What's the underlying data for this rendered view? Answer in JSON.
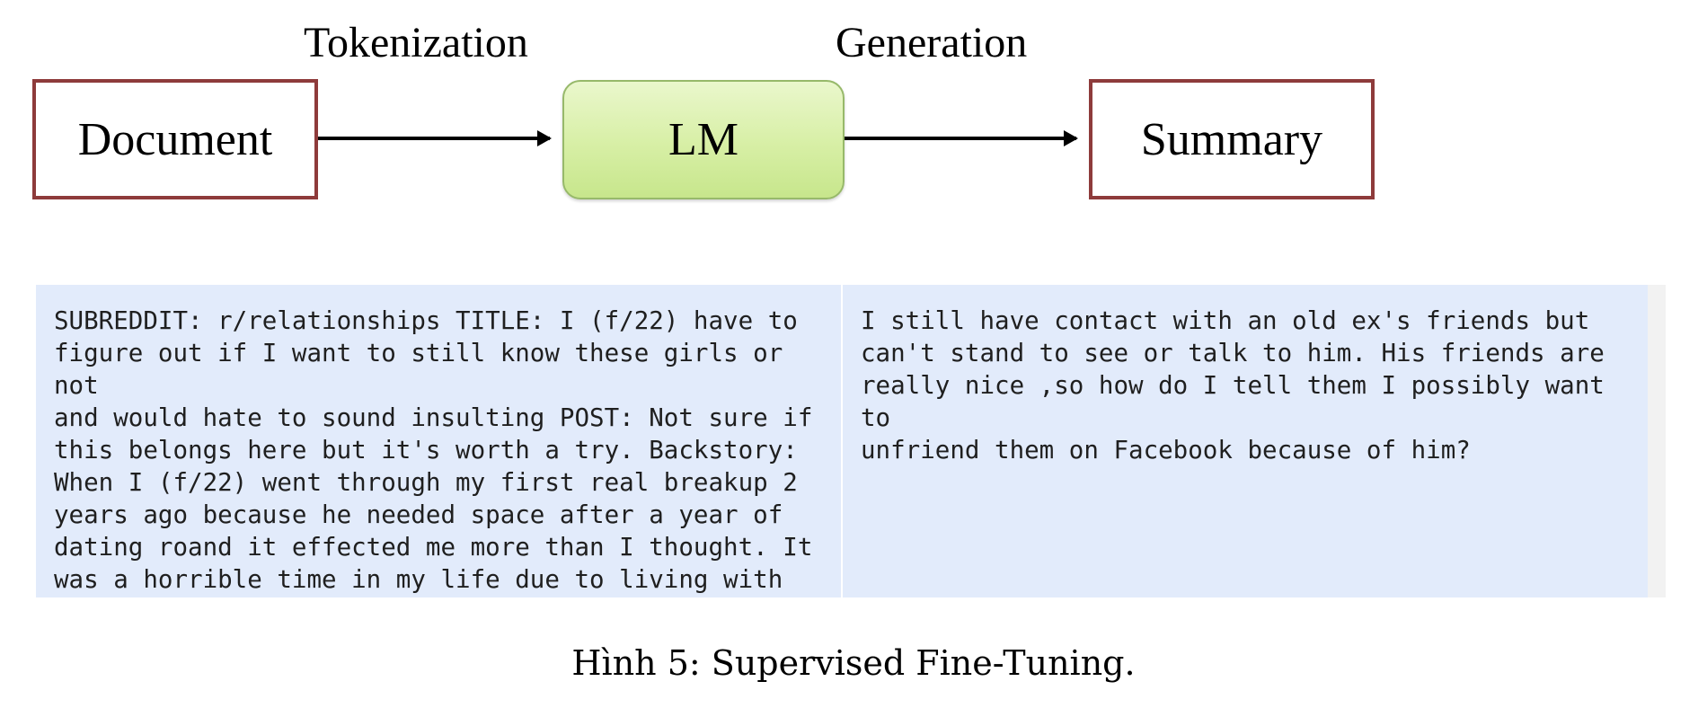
{
  "diagram": {
    "steps": {
      "tokenization": "Tokenization",
      "generation": "Generation"
    },
    "nodes": {
      "document": "Document",
      "lm": "LM",
      "summary": "Summary"
    },
    "colors": {
      "box_border": "#8e3b3b",
      "lm_fill": "#d7efa5",
      "lm_border": "#97b96a",
      "panel_fill": "#e2ebfb"
    }
  },
  "example": {
    "document_text": "SUBREDDIT: r/relationships TITLE: I (f/22) have to\nfigure out if I want to still know these girls or not\nand would hate to sound insulting POST: Not sure if\nthis belongs here but it's worth a try. Backstory:\nWhen I (f/22) went through my first real breakup 2\nyears ago because he needed space after a year of\ndating roand it effected me more than I thought. It\nwas a horrible time in my life due to living with my\nmother and finally having the chance to cut her out",
    "summary_text": "I still have contact with an old ex's friends but\ncan't stand to see or talk to him. His friends are\nreally nice ,so how do I tell them I possibly want to\nunfriend them on Facebook because of him?"
  },
  "caption": "Hình 5: Supervised Fine-Tuning."
}
